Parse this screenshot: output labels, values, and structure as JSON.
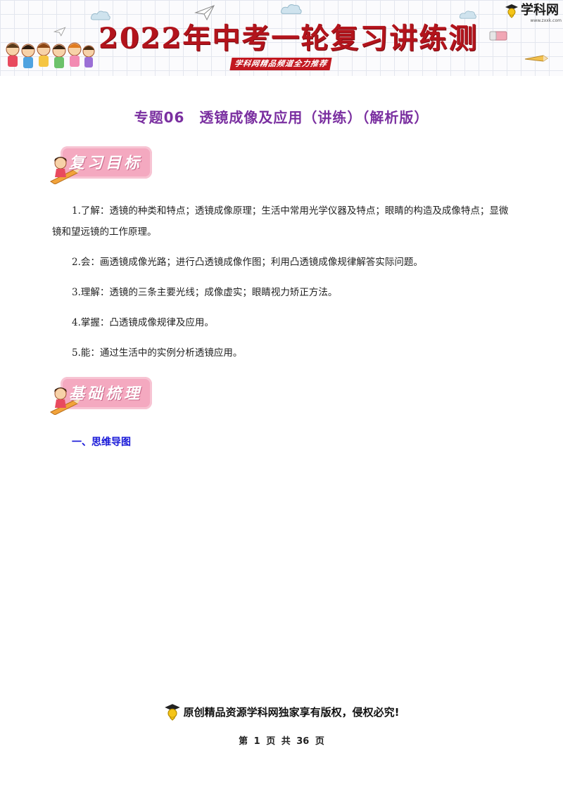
{
  "banner": {
    "title": "2022年中考一轮复习讲练测",
    "subtitle": "学科网精品频道全力推荐",
    "logo_text": "学科网",
    "logo_url": "www.zxxk.com",
    "colors": {
      "title": "#b3141c",
      "subtitle_bg": "#c2171f"
    }
  },
  "document": {
    "title": "专题06　透镜成像及应用（讲练）（解析版）"
  },
  "sections": {
    "review_goals": {
      "badge": "复习目标",
      "items": [
        "1.了解：透镜的种类和特点；透镜成像原理；生活中常用光学仪器及特点；眼睛的构造及成像特点；显微镜和望远镜的工作原理。",
        "2.会：画透镜成像光路；进行凸透镜成像作图；利用凸透镜成像规律解答实际问题。",
        "3.理解：透镜的三条主要光线；成像虚实；眼睛视力矫正方法。",
        "4.掌握：凸透镜成像规律及应用。",
        "5.能：通过生活中的实例分析透镜应用。"
      ]
    },
    "basics": {
      "badge": "基础梳理",
      "sub_heading": "一、思维导图"
    }
  },
  "footer": {
    "copyright": "原创精品资源学科网独家享有版权，侵权必究!",
    "page_label": "第 1 页 共 36 页"
  },
  "icons": {
    "logo": "graduate-mascot-icon",
    "badge_decoration": "girl-on-pencil-icon",
    "footer": "graduate-mascot-icon"
  }
}
